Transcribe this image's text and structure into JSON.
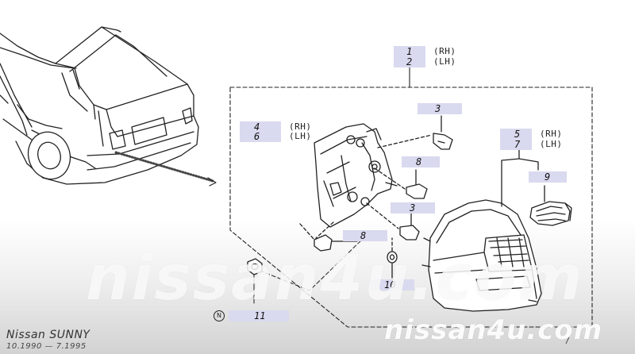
{
  "diagram": {
    "callouts": [
      {
        "id": "c1",
        "number": "1",
        "side": "(RH)"
      },
      {
        "id": "c2",
        "number": "2",
        "side": "(LH)"
      },
      {
        "id": "c3a",
        "number": "3"
      },
      {
        "id": "c4",
        "number": "4",
        "side": "(RH)"
      },
      {
        "id": "c6",
        "number": "6",
        "side": "(LH)"
      },
      {
        "id": "c8a",
        "number": "8"
      },
      {
        "id": "c3b",
        "number": "3"
      },
      {
        "id": "c8b",
        "number": "8"
      },
      {
        "id": "c5",
        "number": "5",
        "side": "(RH)"
      },
      {
        "id": "c7",
        "number": "7",
        "side": "(LH)"
      },
      {
        "id": "c9",
        "number": "9"
      },
      {
        "id": "c10",
        "number": "10"
      },
      {
        "id": "c11",
        "number": "11"
      }
    ],
    "n_symbol": "N",
    "page_marker": "/"
  },
  "watermark": {
    "center": "nissan4u.com",
    "corner": "nissan4u.com"
  },
  "caption": {
    "model": "Nissan  SUNNY",
    "dates": "10.1990  —  7.1995"
  }
}
